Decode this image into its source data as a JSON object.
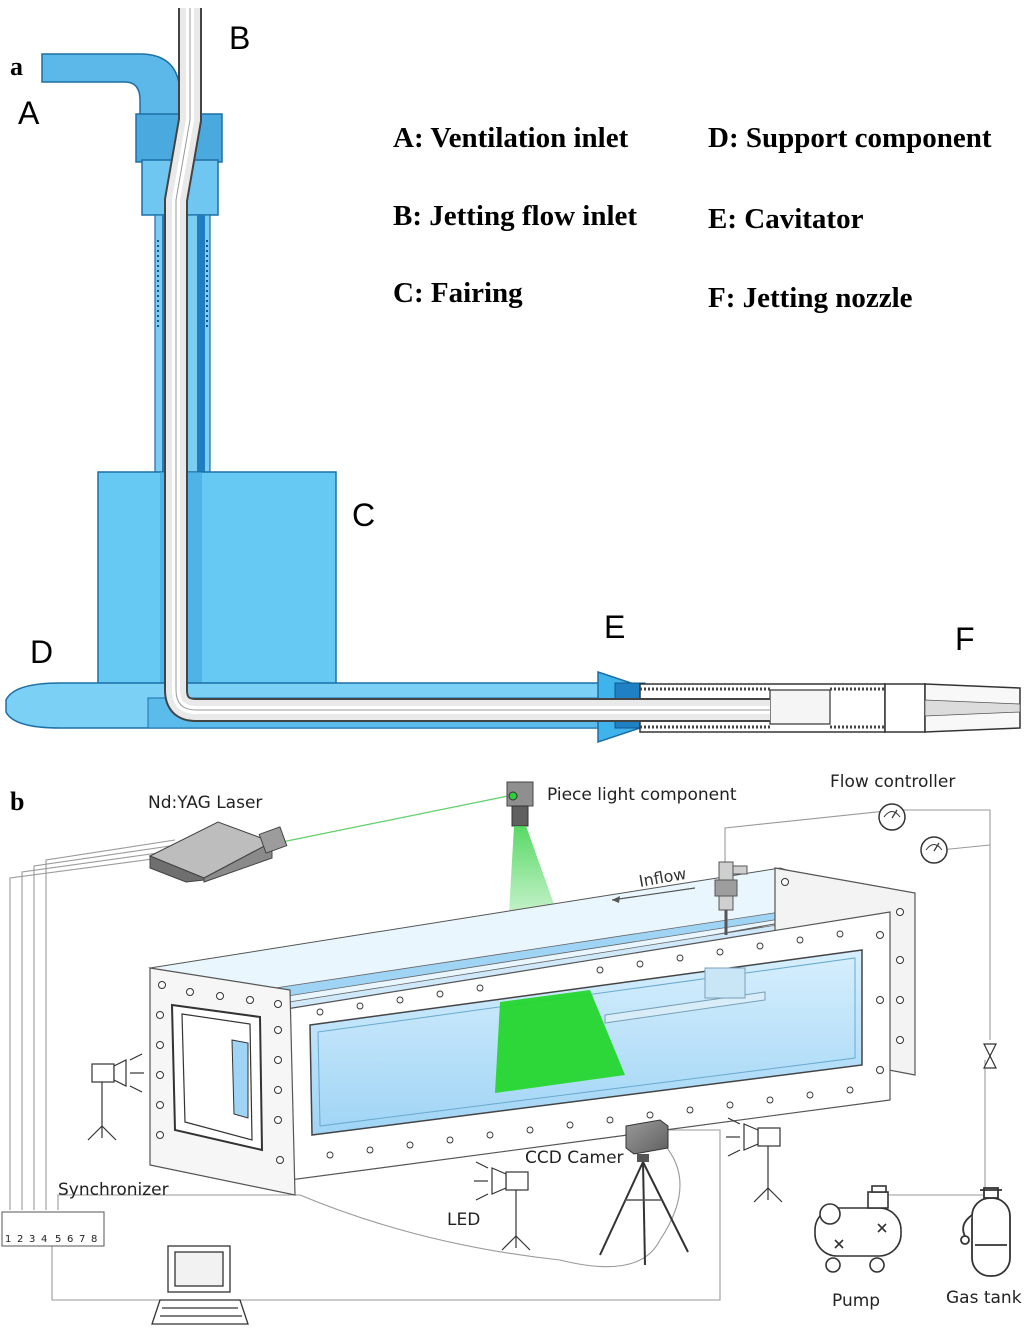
{
  "panel_a": {
    "panel_letter": "a",
    "part_letters": {
      "A": "A",
      "B": "B",
      "C": "C",
      "D": "D",
      "E": "E",
      "F": "F"
    },
    "legend": {
      "a": "A: Ventilation inlet",
      "b": "B: Jetting flow inlet",
      "c": "C: Fairing",
      "d": "D: Support component",
      "e": "E: Cavitator",
      "f": "F: Jetting nozzle"
    }
  },
  "panel_b": {
    "panel_letter": "b",
    "labels": {
      "laser": "Nd:YAG Laser",
      "light_sheet": "Piece light component",
      "flow_controller": "Flow controller",
      "inflow": "Inflow",
      "synchronizer": "Synchronizer",
      "ccd": "CCD Camer",
      "led": "LED",
      "pump": "Pump",
      "gas_tank": "Gas tank"
    },
    "synchronizer_ports": [
      "1",
      "2",
      "3",
      "4",
      "5",
      "6",
      "7",
      "8"
    ]
  },
  "colors": {
    "water_blue": "#9fd4f5",
    "model_blue": "#6ecff6",
    "model_dark": "#1a86c8",
    "laser_green": "#26d62e",
    "device_gray": "#8a8a8a"
  }
}
